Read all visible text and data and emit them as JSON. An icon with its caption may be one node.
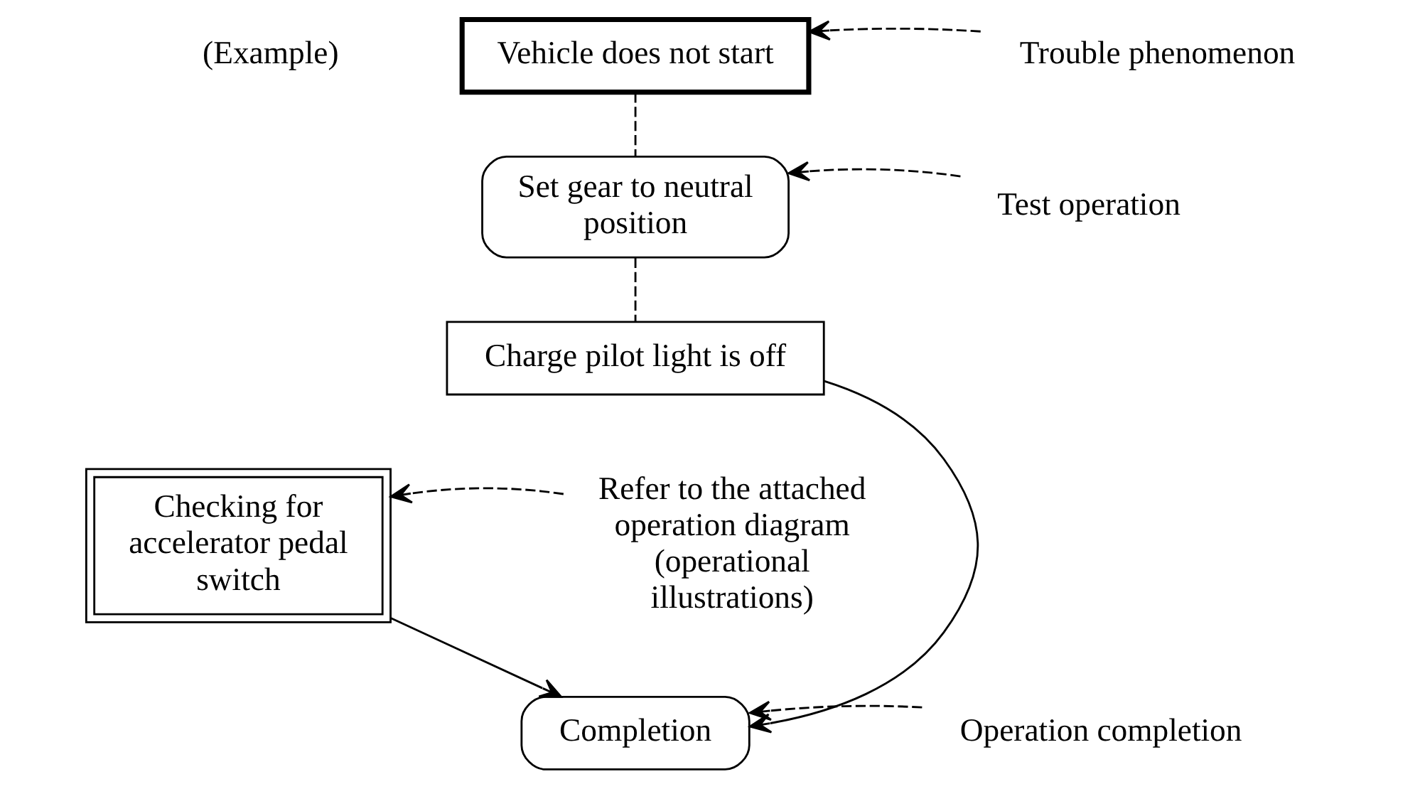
{
  "diagram": {
    "nodes": [
      {
        "text": [
          "Vehicle does not start"
        ]
      },
      {
        "text": [
          "Set gear to neutral position"
        ]
      },
      {
        "text": [
          "Charge pilot light is off"
        ]
      },
      {
        "text": [
          "Checking for accelerator pedal switch"
        ]
      },
      {
        "text": [
          "Completion"
        ]
      },
      {
        "text": [
          "Trouble phenomenon"
        ]
      },
      {
        "text": [
          "Test operation"
        ]
      },
      {
        "text": [
          "Refer to the attached operation diagram (operational illustrations)"
        ]
      },
      {
        "text": [
          "Operation completion"
        ]
      }
    ],
    "edges": [
      {
        "from": 0,
        "to": 1,
        "arrow": "none",
        "style": "dashed"
      },
      {
        "from": 1,
        "to": 2,
        "arrow": "none",
        "style": "dashed"
      },
      {
        "from": 2,
        "to": 4,
        "arrow": "to"
      },
      {
        "from": 3,
        "to": 4,
        "arrow": "to"
      },
      {
        "from": 5,
        "to": 0,
        "arrow": "to",
        "style": "dashed"
      },
      {
        "from": 6,
        "to": 1,
        "arrow": "to",
        "style": "dashed"
      },
      {
        "from": 7,
        "to": 3,
        "arrow": "to",
        "style": "dashed"
      },
      {
        "from": 8,
        "to": 4,
        "arrow": "to",
        "style": "dashed"
      }
    ],
    "labels": [
      "(Example)"
    ]
  }
}
